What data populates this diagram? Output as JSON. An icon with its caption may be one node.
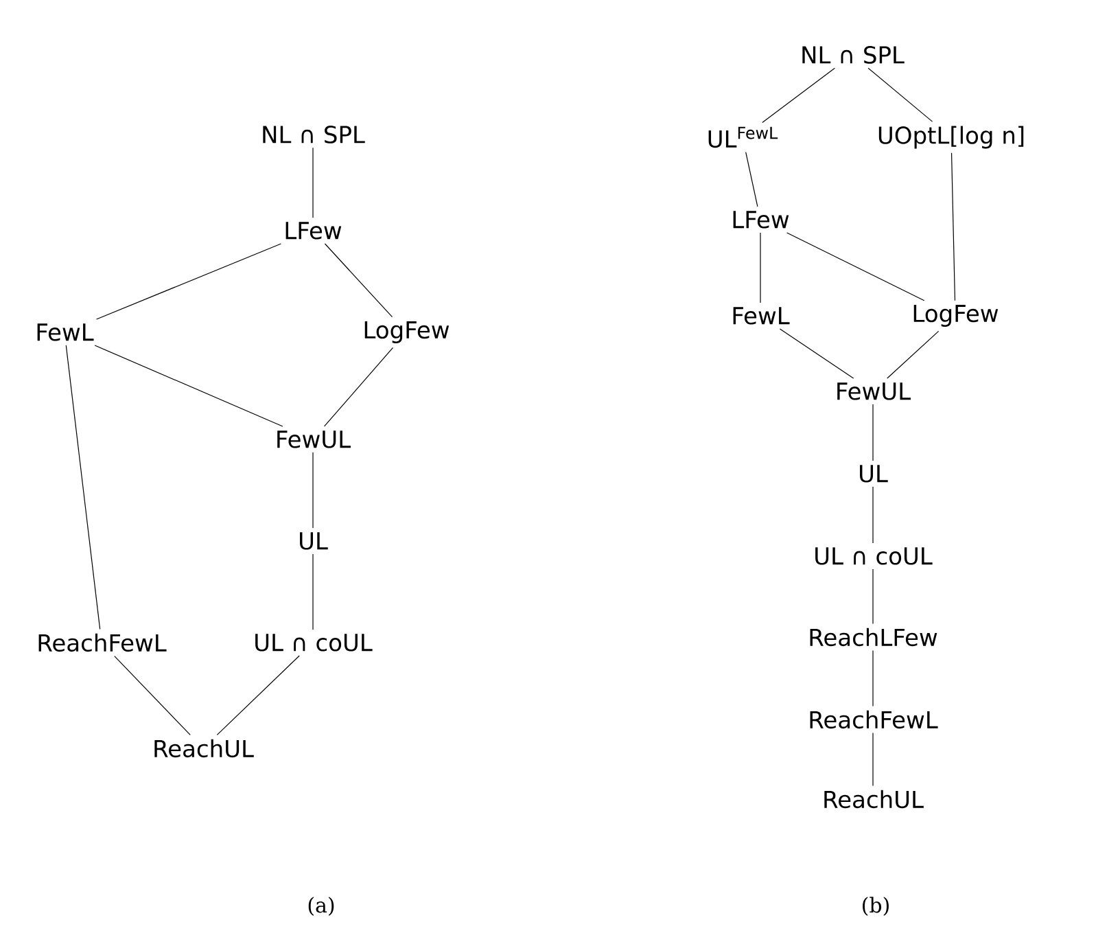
{
  "diagram": {
    "nodes": [
      {
        "text": [
          "NL ∩ SPL"
        ]
      },
      {
        "text": [
          "LFew"
        ]
      },
      {
        "text": [
          "FewL"
        ]
      },
      {
        "text": [
          "LogFew"
        ]
      },
      {
        "text": [
          "FewUL"
        ]
      },
      {
        "text": [
          "UL"
        ]
      },
      {
        "text": [
          "ReachFewL"
        ]
      },
      {
        "text": [
          "UL ∩ coUL"
        ]
      },
      {
        "text": [
          "ReachUL"
        ]
      },
      {
        "text": [
          "NL ∩ SPL"
        ]
      },
      {
        "text": [
          "UL$^{FewL}$"
        ]
      },
      {
        "text": [
          "UOptL[log n]"
        ]
      },
      {
        "text": [
          "LFew"
        ]
      },
      {
        "text": [
          "FewL"
        ]
      },
      {
        "text": [
          "LogFew"
        ]
      },
      {
        "text": [
          "FewUL"
        ]
      },
      {
        "text": [
          "UL"
        ]
      },
      {
        "text": [
          "UL ∩ coUL"
        ]
      },
      {
        "text": [
          "ReachLFew"
        ]
      },
      {
        "text": [
          "ReachFewL"
        ]
      },
      {
        "text": [
          "ReachUL"
        ]
      }
    ],
    "edges": [
      {
        "from": 0,
        "to": 1,
        "arrow": "none"
      },
      {
        "from": 1,
        "to": 2,
        "arrow": "none"
      },
      {
        "from": 1,
        "to": 3,
        "arrow": "none"
      },
      {
        "from": 2,
        "to": 4,
        "arrow": "none"
      },
      {
        "from": 3,
        "to": 4,
        "arrow": "none"
      },
      {
        "from": 4,
        "to": 5,
        "arrow": "none"
      },
      {
        "from": 5,
        "to": 7,
        "arrow": "none"
      },
      {
        "from": 2,
        "to": 6,
        "arrow": "none"
      },
      {
        "from": 6,
        "to": 8,
        "arrow": "none"
      },
      {
        "from": 7,
        "to": 8,
        "arrow": "none"
      },
      {
        "from": 9,
        "to": 10,
        "arrow": "none"
      },
      {
        "from": 9,
        "to": 11,
        "arrow": "none"
      },
      {
        "from": 10,
        "to": 12,
        "arrow": "none"
      },
      {
        "from": 11,
        "to": 14,
        "arrow": "none"
      },
      {
        "from": 12,
        "to": 13,
        "arrow": "none"
      },
      {
        "from": 12,
        "to": 14,
        "arrow": "none"
      },
      {
        "from": 13,
        "to": 15,
        "arrow": "none"
      },
      {
        "from": 14,
        "to": 15,
        "arrow": "none"
      },
      {
        "from": 15,
        "to": 16,
        "arrow": "none"
      },
      {
        "from": 16,
        "to": 17,
        "arrow": "none"
      },
      {
        "from": 17,
        "to": 18,
        "arrow": "none"
      },
      {
        "from": 18,
        "to": 19,
        "arrow": "none"
      },
      {
        "from": 19,
        "to": 20,
        "arrow": "none"
      }
    ],
    "labels": [
      "(a)",
      "(b)"
    ]
  }
}
